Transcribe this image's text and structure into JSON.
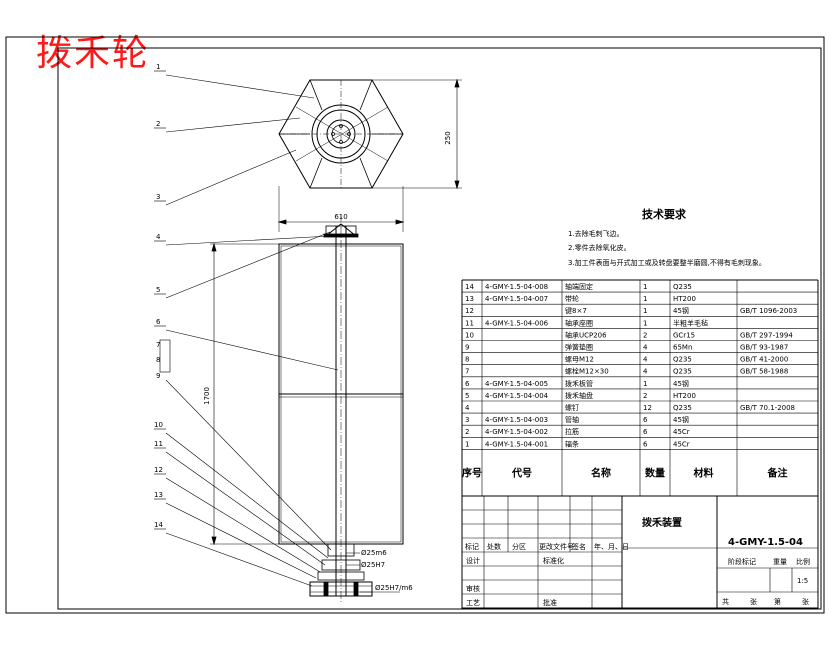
{
  "title": "拨禾轮",
  "part_labels": [
    "1",
    "2",
    "3",
    "4",
    "5",
    "6",
    "7",
    "8",
    "9",
    "10",
    "11",
    "12",
    "13",
    "14"
  ],
  "dimensions": {
    "width": "610",
    "height_side": "250",
    "height_main": "1700",
    "fit1": "Ø25m6",
    "fit2": "Ø25H7",
    "fit3": "Ø25H7/m6"
  },
  "tech_requirements": {
    "heading": "技术要求",
    "items": [
      "1.去除毛刺飞边。",
      "2.零件去除氧化皮。",
      "3.加工件表面与开式加工或及转盘要整半磨圆,不得有毛刺现象。"
    ]
  },
  "bom": {
    "headers": [
      "序号",
      "代号",
      "名称",
      "数量",
      "材料",
      "备注"
    ],
    "rows": [
      [
        "14",
        "4-GMY-1.5-04-008",
        "轴端固定",
        "1",
        "Q235",
        ""
      ],
      [
        "13",
        "4-GMY-1.5-04-007",
        "带轮",
        "1",
        "HT200",
        ""
      ],
      [
        "12",
        "",
        "键8×7",
        "1",
        "45钢",
        "GB/T 1096-2003"
      ],
      [
        "11",
        "4-GMY-1.5-04-006",
        "轴承座圈",
        "1",
        "半粗羊毛毡",
        ""
      ],
      [
        "10",
        "",
        "轴承UCP206",
        "2",
        "GCr15",
        "GB/T 297-1994"
      ],
      [
        "9",
        "",
        "弹簧垫圈",
        "4",
        "65Mn",
        "GB/T 93-1987"
      ],
      [
        "8",
        "",
        "螺母M12",
        "4",
        "Q235",
        "GB/T 41-2000"
      ],
      [
        "7",
        "",
        "螺栓M12×30",
        "4",
        "Q235",
        "GB/T 58-1988"
      ],
      [
        "6",
        "4-GMY-1.5-04-005",
        "拨禾板管",
        "1",
        "45钢",
        ""
      ],
      [
        "5",
        "4-GMY-1.5-04-004",
        "拨禾轴盘",
        "2",
        "HT200",
        ""
      ],
      [
        "4",
        "",
        "螺钉",
        "12",
        "Q235",
        "GB/T 70.1-2008"
      ],
      [
        "3",
        "4-GMY-1.5-04-003",
        "管轴",
        "6",
        "45钢",
        ""
      ],
      [
        "2",
        "4-GMY-1.5-04-002",
        "拉筋",
        "6",
        "45Cr",
        ""
      ],
      [
        "1",
        "4-GMY-1.5-04-001",
        "辐条",
        "6",
        "45Cr",
        ""
      ]
    ]
  },
  "title_block": {
    "assembly_name": "拨禾装置",
    "drawing_number": "4-GMY-1.5-04",
    "rev_headers": [
      "标记",
      "处数",
      "分区",
      "更改文件号",
      "签名",
      "年、月、日"
    ],
    "design": "设计",
    "standardization": "标准化",
    "review": "审核",
    "process": "工艺",
    "approve": "批准",
    "stage_mark": "阶段标记",
    "weight": "重量",
    "scale_label": "比例",
    "scale": "1:5",
    "sheets_total": "共",
    "sheets_total_unit": "张",
    "sheet_no": "第",
    "sheet_unit": "张"
  }
}
